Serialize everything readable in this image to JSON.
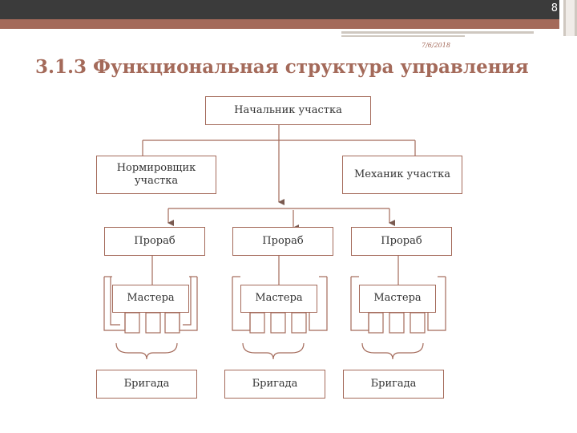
{
  "page_number": "8",
  "date": "7/6/2018",
  "title": "3.1.3 Функциональная структура управления",
  "diagram": {
    "head": "Начальник участка",
    "normirovshchik": "Нормировщик участка",
    "mekhanik": "Механик участка",
    "prorab_1": "Прораб",
    "prorab_2": "Прораб",
    "prorab_3": "Прораб",
    "mastera_1": "Мастера",
    "mastera_2": "Мастера",
    "mastera_3": "Мастера",
    "brigada_1": "Бригада",
    "brigada_2": "Бригада",
    "brigada_3": "Бригада"
  }
}
